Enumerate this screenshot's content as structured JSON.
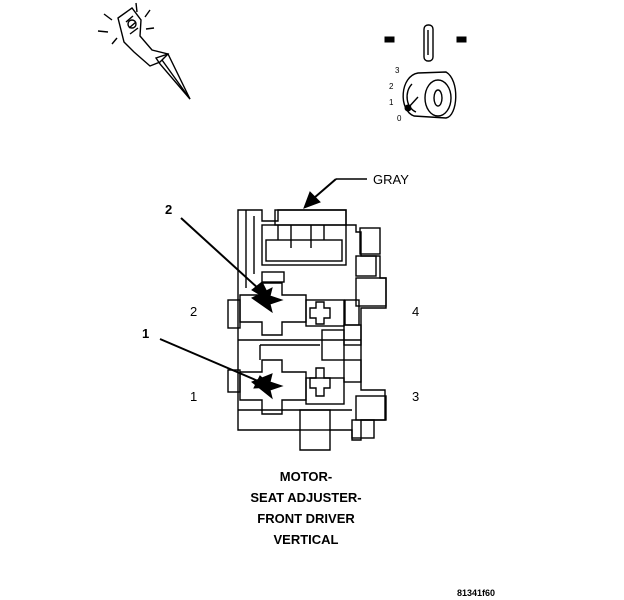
{
  "callouts": {
    "gray_label": "GRAY",
    "callout_1": "1",
    "callout_2": "2"
  },
  "pins": {
    "pin_1": "1",
    "pin_2": "2",
    "pin_3": "3",
    "pin_4": "4"
  },
  "ignition": {
    "positions": [
      "3",
      "2",
      "1",
      "0"
    ]
  },
  "caption": {
    "line1": "MOTOR-",
    "line2": "SEAT ADJUSTER-",
    "line3": "FRONT DRIVER",
    "line4": "VERTICAL"
  },
  "figure_code": "81341f60"
}
